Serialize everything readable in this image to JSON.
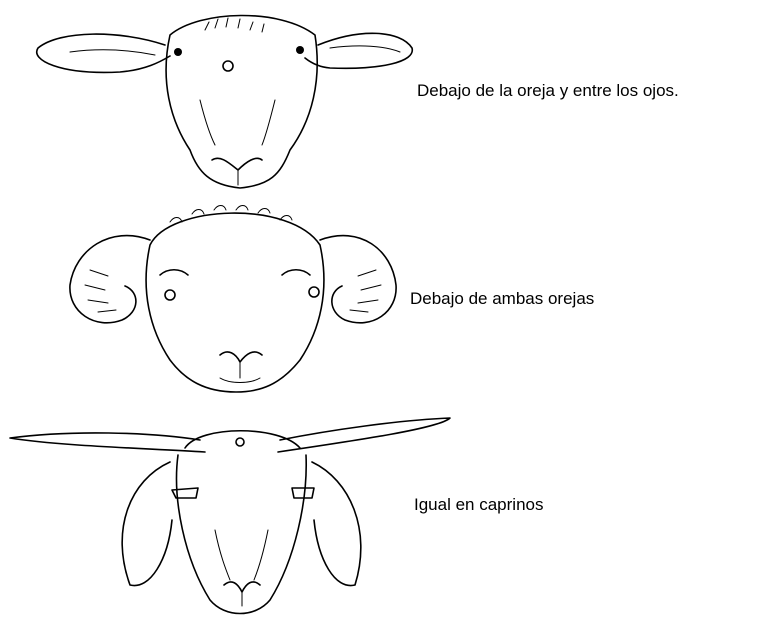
{
  "figures": [
    {
      "id": "sheep",
      "caption": "Debajo de la oreja y entre los ojos."
    },
    {
      "id": "ram",
      "caption": "Debajo de ambas orejas"
    },
    {
      "id": "goat",
      "caption": "Igual en caprinos"
    }
  ]
}
